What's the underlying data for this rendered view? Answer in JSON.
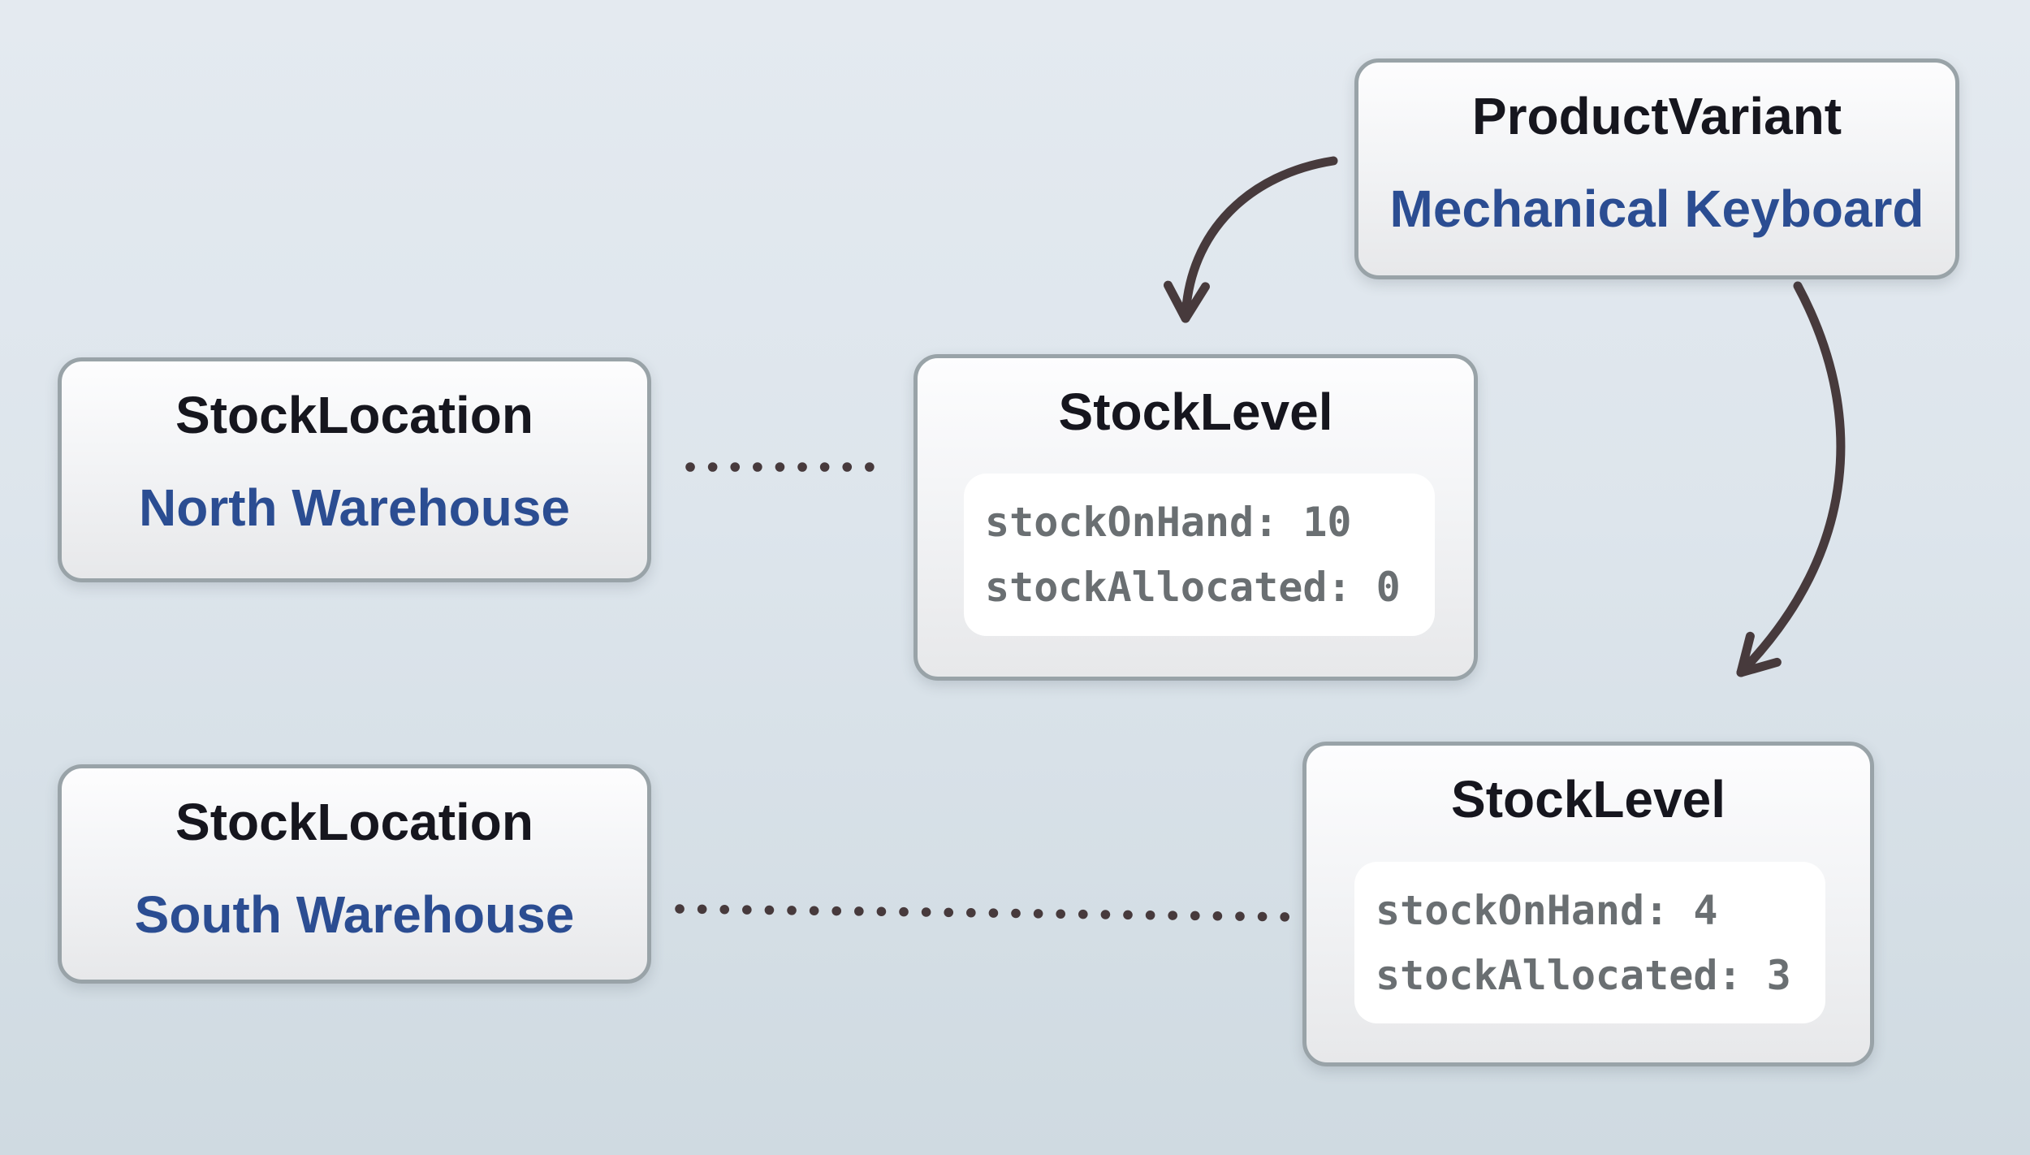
{
  "colors": {
    "background_top": "#e4eaf0",
    "background_bottom": "#cfdae1",
    "box_fill_top": "#fdfdfe",
    "box_fill_bottom": "#e7e8ea",
    "box_border": "#99a3a8",
    "title_text": "#16161e",
    "entity_name_text": "#2b4d92",
    "code_text": "#6a6f72",
    "code_bg": "#ffffff",
    "connector": "#473a3c"
  },
  "nodes": {
    "product_variant": {
      "type_label": "ProductVariant",
      "instance_label": "Mechanical Keyboard"
    },
    "stock_location_north": {
      "type_label": "StockLocation",
      "instance_label": "North Warehouse"
    },
    "stock_location_south": {
      "type_label": "StockLocation",
      "instance_label": "South Warehouse"
    },
    "stock_level_north": {
      "type_label": "StockLevel",
      "fields": [
        "stockOnHand: 10",
        "stockAllocated: 0"
      ]
    },
    "stock_level_south": {
      "type_label": "StockLevel",
      "fields": [
        "stockOnHand: 4",
        "stockAllocated: 3"
      ]
    }
  }
}
